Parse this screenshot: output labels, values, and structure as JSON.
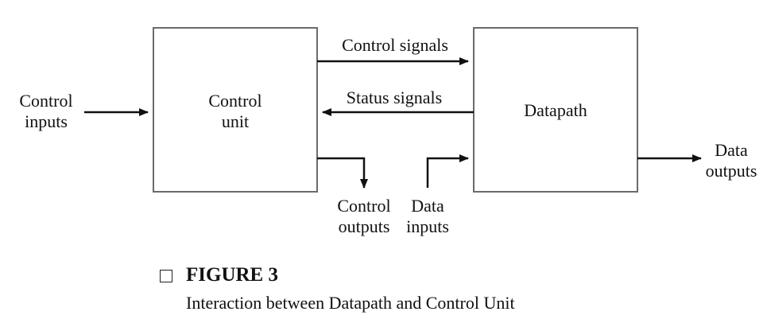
{
  "blocks": {
    "control_unit": [
      "Control",
      "unit"
    ],
    "datapath": "Datapath"
  },
  "signals": {
    "control_inputs": [
      "Control",
      "inputs"
    ],
    "control_signals": "Control signals",
    "status_signals": "Status signals",
    "control_outputs": [
      "Control",
      "outputs"
    ],
    "data_inputs": [
      "Data",
      "inputs"
    ],
    "data_outputs": [
      "Data",
      "outputs"
    ]
  },
  "caption": {
    "figure": "FIGURE 3",
    "text": "Interaction between Datapath and Control Unit"
  },
  "colors": {
    "box_border": "#6b6b6b",
    "arrow": "#111111"
  }
}
